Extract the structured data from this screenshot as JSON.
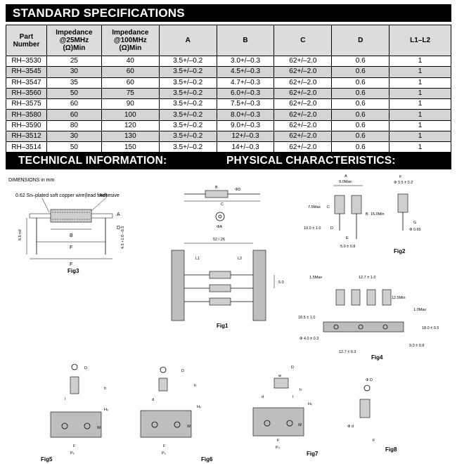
{
  "spec_title": "STANDARD SPECIFICATIONS",
  "tech_title": "TECHNICAL INFORMATION:",
  "phys_title": "PHYSICAL CHARACTERISTICS:",
  "table": {
    "headers": [
      [
        "Part",
        "Number",
        ""
      ],
      [
        "Impedance",
        "@25MHz",
        "(Ω)Min"
      ],
      [
        "Impedance",
        "@100MHz",
        "(Ω)Min"
      ],
      [
        "A",
        "",
        ""
      ],
      [
        "B",
        "",
        ""
      ],
      [
        "C",
        "",
        ""
      ],
      [
        "D",
        "",
        ""
      ],
      [
        "L1–L2",
        "",
        ""
      ]
    ],
    "rows": [
      [
        "RH–3530",
        "25",
        "40",
        "3.5+/–0.2",
        "3.0+/–0.3",
        "62+/–2.0",
        "0.6",
        "1"
      ],
      [
        "RH–3545",
        "30",
        "60",
        "3.5+/–0.2",
        "4.5+/–0.3",
        "62+/–2.0",
        "0.6",
        "1"
      ],
      [
        "RH–3547",
        "35",
        "60",
        "3.5+/–0.2",
        "4.7+/–0.3",
        "62+/–2.0",
        "0.6",
        "1"
      ],
      [
        "RH–3560",
        "50",
        "75",
        "3.5+/–0.2",
        "6.0+/–0.3",
        "62+/–2.0",
        "0.6",
        "1"
      ],
      [
        "RH–3575",
        "60",
        "90",
        "3.5+/–0.2",
        "7.5+/–0.3",
        "62+/–2.0",
        "0.6",
        "1"
      ],
      [
        "RH–3580",
        "60",
        "100",
        "3.5+/–0.2",
        "8.0+/–0.3",
        "62+/–2.0",
        "0.6",
        "1"
      ],
      [
        "RH–3590",
        "80",
        "120",
        "3.5+/–0.2",
        "9.0+/–0.3",
        "62+/–2.0",
        "0.6",
        "1"
      ],
      [
        "RH–3512",
        "30",
        "130",
        "3.5+/–0.2",
        "12+/–0.3",
        "62+/–2.0",
        "0.6",
        "1"
      ],
      [
        "RH–3514",
        "50",
        "150",
        "3.5+/–0.2",
        "14+/–0.3",
        "62+/–2.0",
        "0.6",
        "1"
      ]
    ]
  },
  "drawings": {
    "dimensions_note": "DIMENSIONS in mm",
    "fig3": {
      "label": "Fig3",
      "wire_note": "0.62 Sn–plated soft copper wire(lead free)",
      "adhesive": "Adhesive",
      "ref": "6.5 ref",
      "dim_a": "A",
      "dim_b": "B",
      "dim_f": "F",
      "dim_d": "D",
      "lead_dim": "4.5 +1.0 –0.5"
    },
    "fig1": {
      "label": "Fig1",
      "dim_b": "B",
      "dim_c": "C",
      "dim_phi_d": "ΦD",
      "dim_phi_a": "ΦA",
      "pitch_span": "52 / 26",
      "l1": "L1",
      "l2": "L2",
      "spacing": "5.0"
    },
    "fig2": {
      "label": "Fig2",
      "a": "A",
      "width_max": "9.0Max",
      "h_max": "7.5Max",
      "c": "C",
      "b": "B",
      "lead_min": "15.0Min",
      "d": "D",
      "e": "E",
      "standoff": "10.0 ± 1.0",
      "pitch": "5.0 ± 0.8",
      "f": "F",
      "dia": "Φ 3.5 ± 0.2",
      "g": "G",
      "lead_dia": "Φ 0.65"
    },
    "fig4": {
      "label": "Fig4",
      "lead_max": "1.5Max",
      "pitch_top": "12.7 ± 1.0",
      "lead_len": "12.5Min",
      "tape_max": "1.0Max",
      "height": "18.5 ± 1.0",
      "height2": "18.0 ± 0.5",
      "hole": "Φ 4.0 ± 0.3",
      "hole_offset": "9.0 ± 0.8",
      "pitch_bottom": "12.7 ± 0.3"
    },
    "fig5": {
      "label": "Fig5",
      "d": "D",
      "h": "h",
      "h0": "H₀",
      "w": "W",
      "f": "F",
      "p0": "P₀",
      "l": "l"
    },
    "fig6": {
      "label": "Fig6",
      "d": "D",
      "h": "h",
      "h0": "H₀",
      "w": "W",
      "f": "F",
      "p0": "P₀",
      "d2": "d"
    },
    "fig7": {
      "label": "Fig7",
      "d": "D",
      "w": "w",
      "h": "h",
      "h0": "H₀",
      "w2": "W",
      "f": "F",
      "p0": "P₀",
      "d2": "d",
      "l": "l"
    },
    "fig8": {
      "label": "Fig8",
      "phi_d": "Φ D",
      "phi_small": "Φ d",
      "f": "F"
    }
  }
}
